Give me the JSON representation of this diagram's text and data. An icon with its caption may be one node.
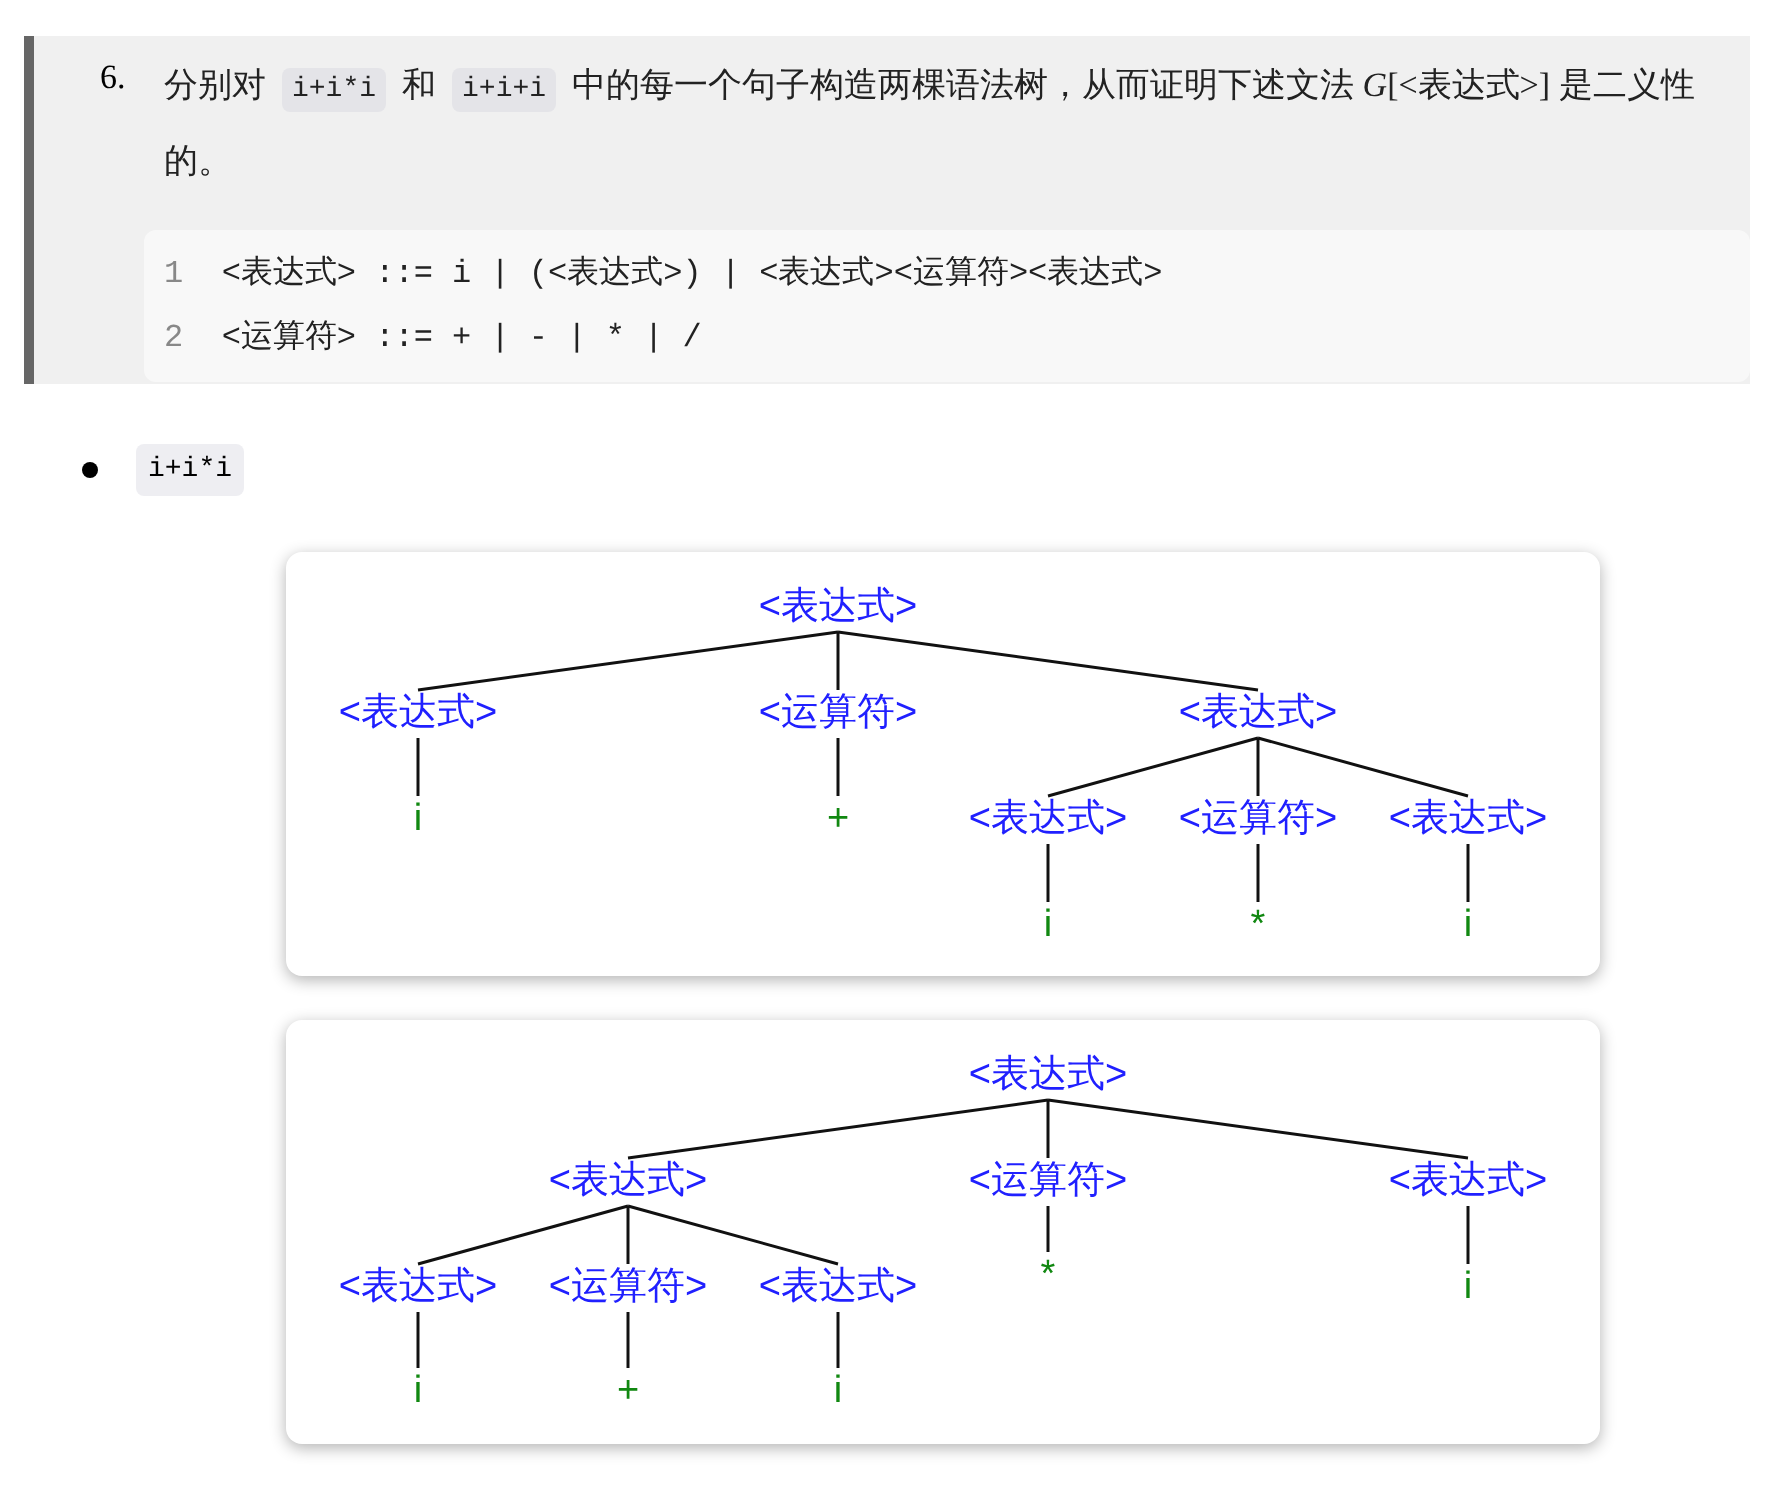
{
  "diagram": {
    "nodes": [
      {
        "text": [],
        "shape": "box"
      },
      {
        "text": [
          "<表达式>"
        ],
        "in": 0
      },
      {
        "text": [
          "<表达式>"
        ],
        "in": 0
      },
      {
        "text": [
          "<运算符>"
        ],
        "in": 0
      },
      {
        "text": [
          "<表达式>"
        ],
        "in": 0
      },
      {
        "text": [
          "i"
        ],
        "in": 0
      },
      {
        "text": [
          "+"
        ],
        "in": 0
      },
      {
        "text": [
          "<表达式>"
        ],
        "in": 0
      },
      {
        "text": [
          "<运算符>"
        ],
        "in": 0
      },
      {
        "text": [
          "<表达式>"
        ],
        "in": 0
      },
      {
        "text": [
          "i"
        ],
        "in": 0
      },
      {
        "text": [
          "*"
        ],
        "in": 0
      },
      {
        "text": [
          "i"
        ],
        "in": 0
      },
      {
        "text": [],
        "shape": "box"
      },
      {
        "text": [
          "<表达式>"
        ],
        "in": 13
      },
      {
        "text": [
          "<表达式>"
        ],
        "in": 13
      },
      {
        "text": [
          "<运算符>"
        ],
        "in": 13
      },
      {
        "text": [
          "<表达式>"
        ],
        "in": 13
      },
      {
        "text": [
          "<表达式>"
        ],
        "in": 13
      },
      {
        "text": [
          "<运算符>"
        ],
        "in": 13
      },
      {
        "text": [
          "<表达式>"
        ],
        "in": 13
      },
      {
        "text": [
          "*"
        ],
        "in": 13
      },
      {
        "text": [
          "i"
        ],
        "in": 13
      },
      {
        "text": [
          "i"
        ],
        "in": 13
      },
      {
        "text": [
          "+"
        ],
        "in": 13
      },
      {
        "text": [
          "i"
        ],
        "in": 13
      }
    ],
    "edges": [
      {
        "from": 1,
        "to": 2,
        "arrow": "none"
      },
      {
        "from": 1,
        "to": 3,
        "arrow": "none"
      },
      {
        "from": 1,
        "to": 4,
        "arrow": "none"
      },
      {
        "from": 2,
        "to": 5,
        "arrow": "none"
      },
      {
        "from": 3,
        "to": 6,
        "arrow": "none"
      },
      {
        "from": 4,
        "to": 7,
        "arrow": "none"
      },
      {
        "from": 4,
        "to": 8,
        "arrow": "none"
      },
      {
        "from": 4,
        "to": 9,
        "arrow": "none"
      },
      {
        "from": 7,
        "to": 10,
        "arrow": "none"
      },
      {
        "from": 8,
        "to": 11,
        "arrow": "none"
      },
      {
        "from": 9,
        "to": 12,
        "arrow": "none"
      },
      {
        "from": 14,
        "to": 15,
        "arrow": "none"
      },
      {
        "from": 14,
        "to": 16,
        "arrow": "none"
      },
      {
        "from": 14,
        "to": 17,
        "arrow": "none"
      },
      {
        "from": 15,
        "to": 18,
        "arrow": "none"
      },
      {
        "from": 15,
        "to": 19,
        "arrow": "none"
      },
      {
        "from": 15,
        "to": 20,
        "arrow": "none"
      },
      {
        "from": 16,
        "to": 21,
        "arrow": "none"
      },
      {
        "from": 17,
        "to": 22,
        "arrow": "none"
      },
      {
        "from": 18,
        "to": 23,
        "arrow": "none"
      },
      {
        "from": 19,
        "to": 24,
        "arrow": "none"
      },
      {
        "from": 20,
        "to": 25,
        "arrow": "none"
      }
    ],
    "labels": [
      "6.",
      "分别对",
      "i+i*i",
      "和",
      "i+i+i",
      "中的每一个句子构造两棵语法树，从而证明下述文法 *G*[<表达式>] 是二义性的。",
      "1",
      "<表达式> ::= i | (<表达式>) | <表达式><运算符><表达式>",
      "2",
      "<运算符> ::= + | - | * | /",
      "i+i*i"
    ]
  }
}
